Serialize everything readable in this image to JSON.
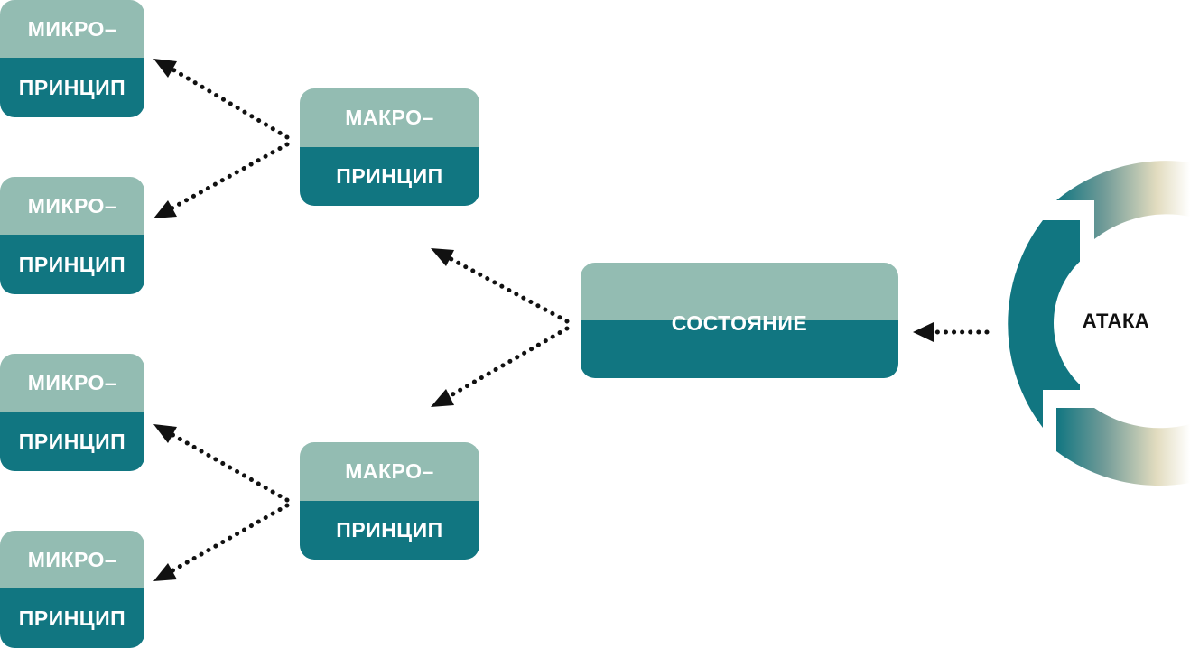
{
  "micro": {
    "top_label": "МИКРО–",
    "bottom_label": "ПРИНЦИП"
  },
  "macro": {
    "top_label": "МАКРО–",
    "bottom_label": "ПРИНЦИП"
  },
  "state": {
    "label": "СОСТОЯНИЕ"
  },
  "attack": {
    "label": "АТАКА"
  },
  "colors": {
    "light_teal": "#93bcb2",
    "dark_teal": "#117681",
    "arrow": "#111111",
    "cream": "#e9e3cc"
  }
}
